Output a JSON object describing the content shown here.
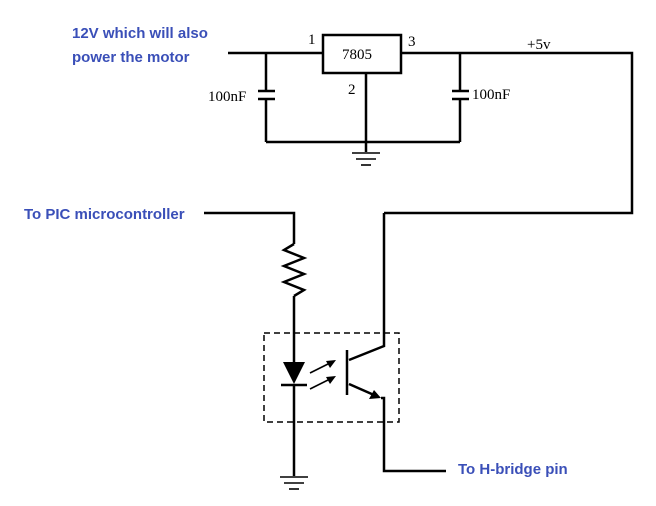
{
  "labels": {
    "supply_line1": "12V which will also",
    "supply_line2": "power the motor",
    "regulator": "7805",
    "pin1": "1",
    "pin2": "2",
    "pin3": "3",
    "vout": "+5v",
    "cap_left": "100nF",
    "cap_right": "100nF",
    "pic": "To PIC microcontroller",
    "hbridge": "To H-bridge pin"
  },
  "colors": {
    "annotation_text": "#3a4fb8",
    "wire": "#000000"
  }
}
